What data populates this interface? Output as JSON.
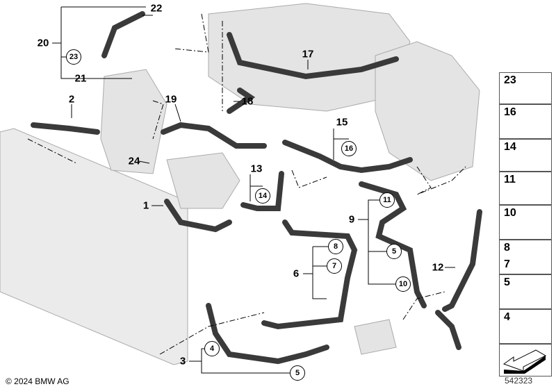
{
  "callouts": {
    "c22": "22",
    "c20": "20",
    "c23": "23",
    "c21": "21",
    "c17": "17",
    "c2": "2",
    "c19": "19",
    "c18": "18",
    "c15": "15",
    "c16": "16",
    "c13": "13",
    "c14": "14",
    "c24": "24",
    "c1": "1",
    "c11": "11",
    "c9": "9",
    "c8": "8",
    "c5a": "5",
    "c7": "7",
    "c6": "6",
    "c12": "12",
    "c10": "10",
    "c4": "4",
    "c3": "3",
    "c5b": "5"
  },
  "panel": {
    "items": [
      "23",
      "16",
      "14",
      "11",
      "10",
      "8",
      "7",
      "5",
      "4"
    ]
  },
  "copyright": "© 2024 BMW AG",
  "diagram_code": "542323"
}
